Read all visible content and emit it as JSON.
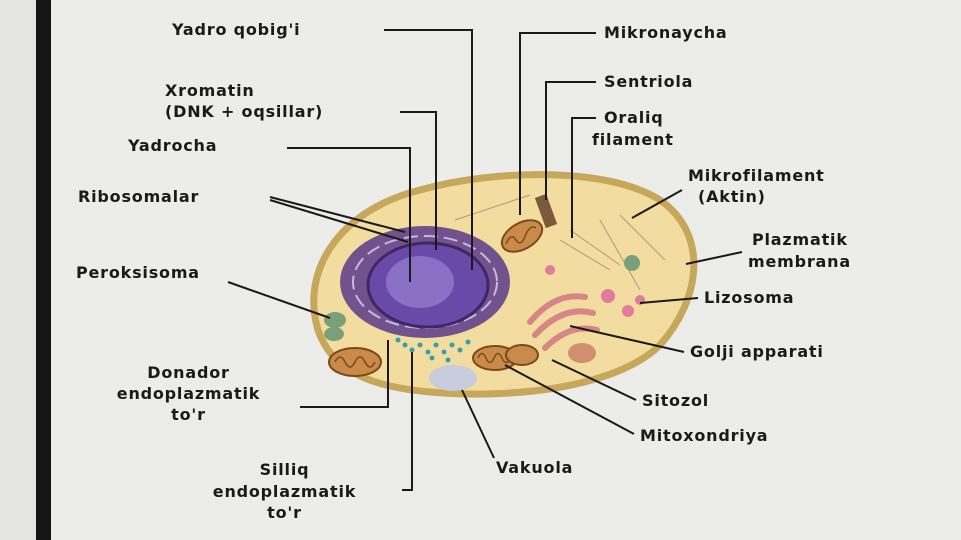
{
  "labels": {
    "yadro_qobigi": "Yadro qobig'i",
    "xromatin_1": "Xromatin",
    "xromatin_2": "(DNK + oqsillar)",
    "yadrocha": "Yadrocha",
    "ribosomalar": "Ribosomalar",
    "peroksisoma": "Peroksisoma",
    "donador_1": "Donador",
    "donador_2": "endoplazmatik",
    "donador_3": "to'r",
    "silliq_1": "Silliq",
    "silliq_2": "endoplazmatik",
    "silliq_3": "to'r",
    "mikronaycha": "Mikronaycha",
    "sentriola": "Sentriola",
    "oraliq_1": "Oraliq",
    "oraliq_2": "filament",
    "mikrofilament_1": "Mikrofilament",
    "mikrofilament_2": "(Aktin)",
    "plazmatik_1": "Plazmatik",
    "plazmatik_2": "membrana",
    "lizosoma": "Lizosoma",
    "golji": "Golji apparati",
    "sitozol": "Sitozol",
    "mitoxondriya": "Mitoxondriya",
    "vakuola": "Vakuola"
  },
  "colors": {
    "cytoplasm": "#f3dca0",
    "membrane": "#c7a85a",
    "nucleus": "#6a4aa8",
    "nucleolus": "#8a70c4",
    "rough_er": "#5a3a88",
    "mitochondria": "#c98a4a",
    "golgi": "#e6a0a0",
    "lysosome": "#e07c9c",
    "vacuole": "#c8ccdc",
    "ribosome": "#3aa0a8",
    "peroxisome": "#7aa07a",
    "leader_line": "#1a1a1a"
  }
}
